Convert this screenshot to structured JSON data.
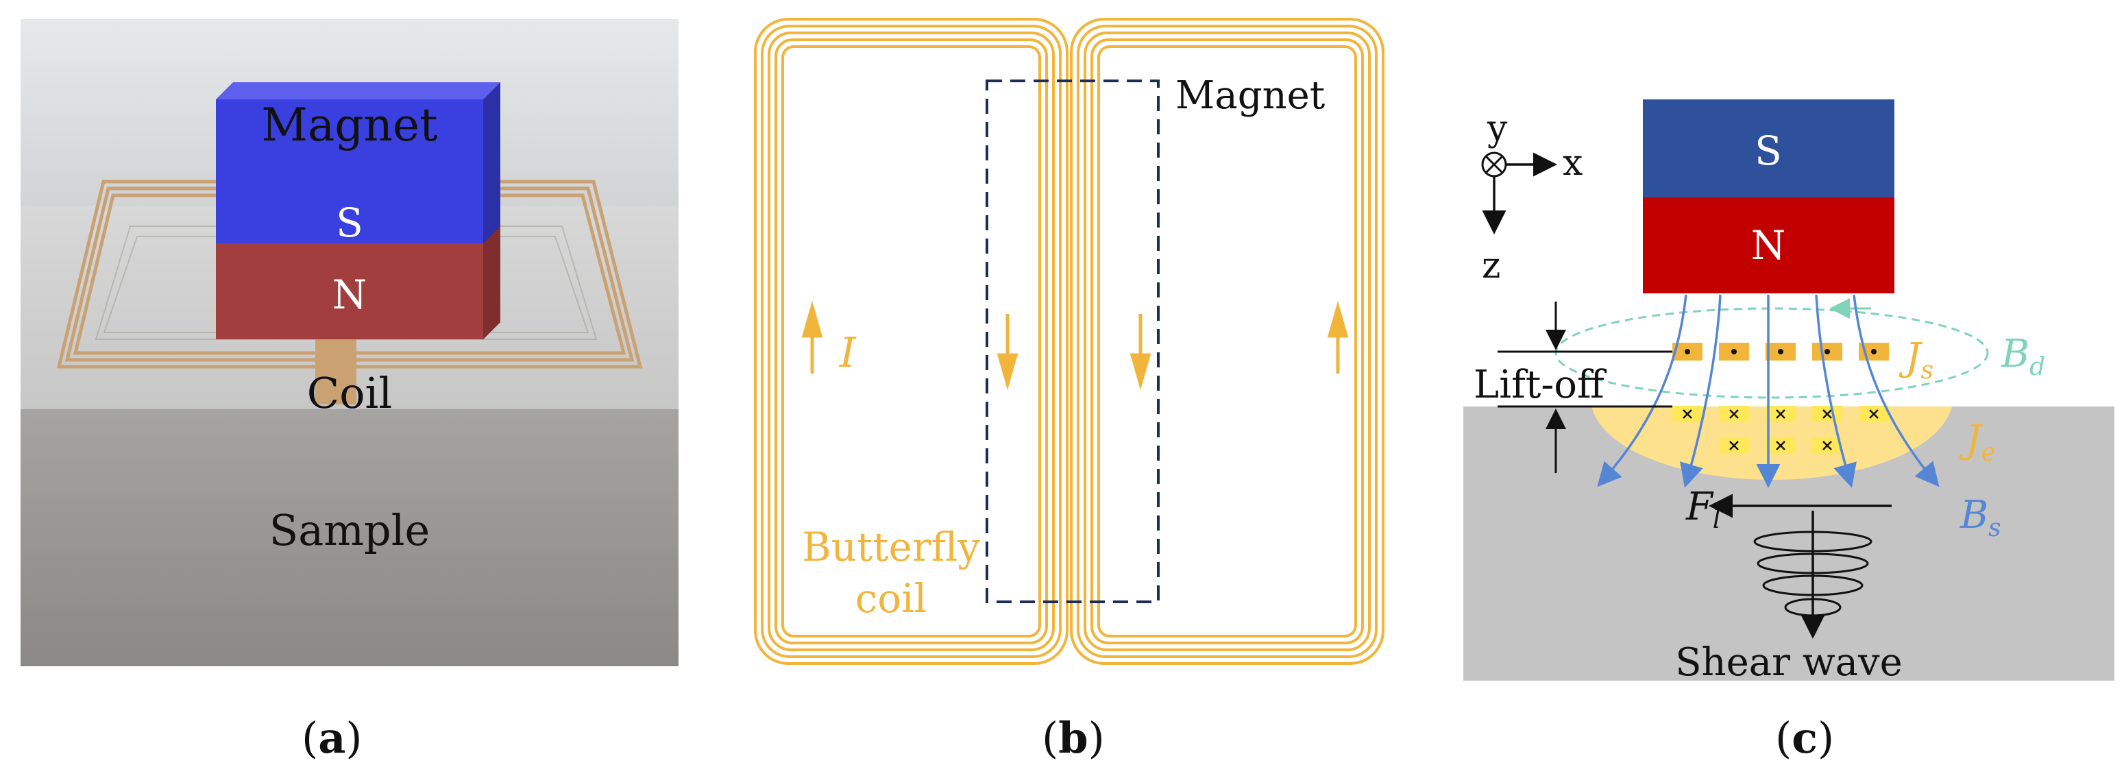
{
  "panel_a": {
    "magnet_label": "Magnet",
    "south_label": "S",
    "north_label": "N",
    "coil_label": "Coil",
    "sample_label": "Sample"
  },
  "panel_b": {
    "magnet_label": "Magnet",
    "current_label": "I",
    "coil_label_line1": "Butterfly",
    "coil_label_line2": "coil"
  },
  "panel_c": {
    "axis_y": "y",
    "axis_x": "x",
    "axis_z": "z",
    "south_label": "S",
    "north_label": "N",
    "liftoff_label": "Lift-off",
    "js_label": "J",
    "js_sub": "s",
    "bd_label": "B",
    "bd_sub": "d",
    "je_label": "J",
    "je_sub": "e",
    "fl_label": "F",
    "fl_sub": "l",
    "bs_label": "B",
    "bs_sub": "s",
    "shear_label": "Shear wave"
  },
  "captions": {
    "a": "a",
    "b": "b",
    "c": "c"
  },
  "colors": {
    "magnet_blue": "#3a3fe0",
    "south_blue": "#2f509a",
    "north_red": "#c20000",
    "coil_orange": "#f2b53c",
    "magnet_outline": "#1e2d55",
    "field_blue": "#5586d6",
    "dash_green": "#7fd3b8",
    "eddy_yellow": "#fde18c",
    "sample_gray": "#c4c4c4"
  }
}
